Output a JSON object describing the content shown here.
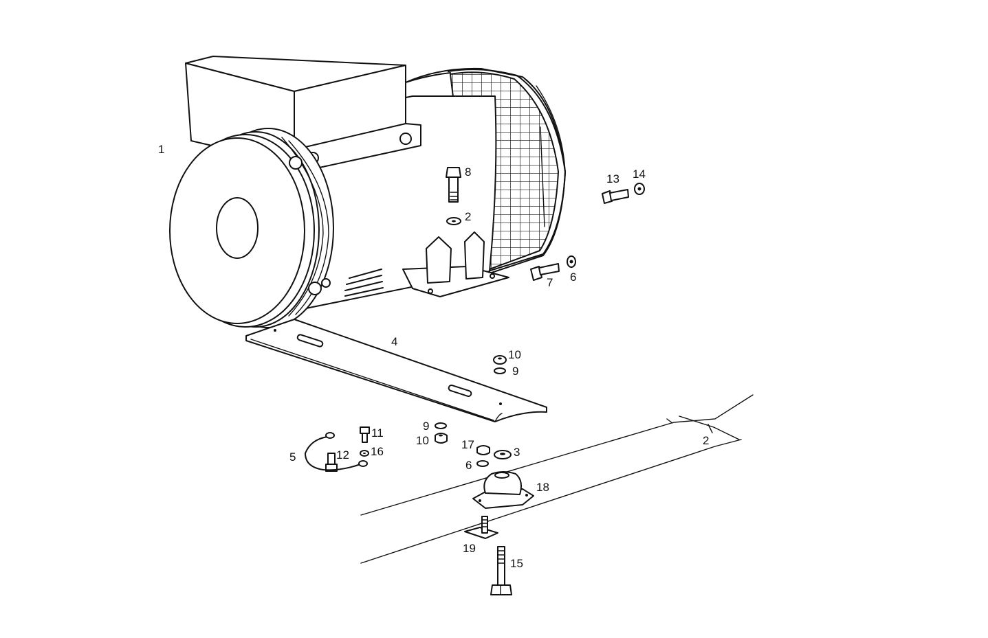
{
  "labels": {
    "p1": "1",
    "p2a": "2",
    "p2b": "2",
    "p3": "3",
    "p4": "4",
    "p5": "5",
    "p6a": "6",
    "p6b": "6",
    "p7": "7",
    "p8": "8",
    "p9a": "9",
    "p9b": "9",
    "p10a": "10",
    "p10b": "10",
    "p11": "11",
    "p12": "12",
    "p13": "13",
    "p14": "14",
    "p15": "15",
    "p16": "16",
    "p17": "17",
    "p18": "18",
    "p19": "19"
  }
}
